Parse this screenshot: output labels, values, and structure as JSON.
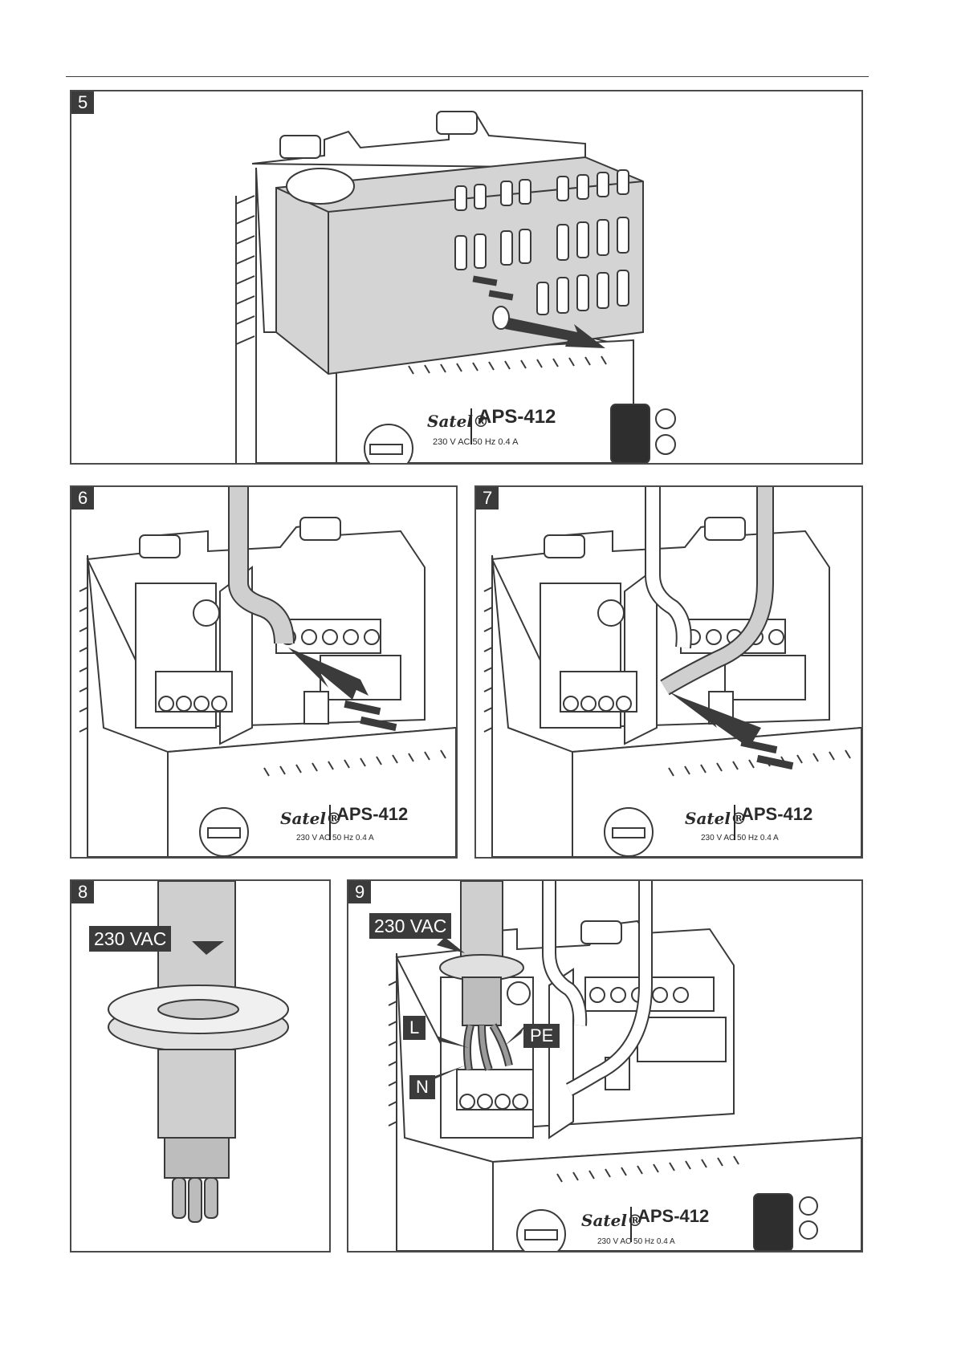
{
  "panels": [
    {
      "step": "5",
      "brand": "Satel",
      "model": "APS-412",
      "rating": "230 V AC  50 Hz  0.4 A"
    },
    {
      "step": "6",
      "brand": "Satel",
      "model": "APS-412",
      "rating": "230 V AC  50 Hz  0.4 A"
    },
    {
      "step": "7",
      "brand": "Satel",
      "model": "APS-412",
      "rating": "230 V AC  50 Hz  0.4 A"
    },
    {
      "step": "8",
      "callout": "230 VAC"
    },
    {
      "step": "9",
      "brand": "Satel",
      "model": "APS-412",
      "rating": "230 V AC  50 Hz  0.4 A",
      "callout": "230 VAC",
      "wire_labels": {
        "line": "L",
        "neutral": "N",
        "earth": "PE"
      }
    }
  ],
  "colors": {
    "ink": "#3b3b3b",
    "cover": "#d4d4d4",
    "cable": "#cfcfcf",
    "outline": "#4a4a4a"
  }
}
